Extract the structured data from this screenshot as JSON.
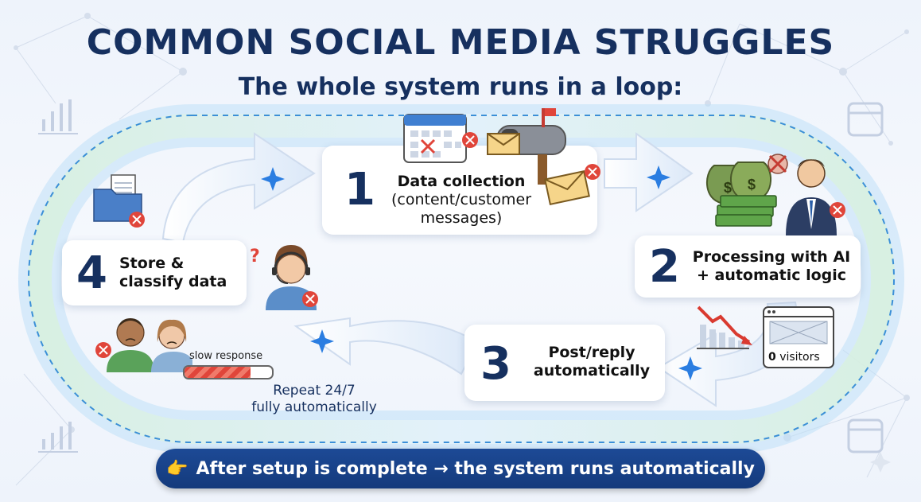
{
  "header": {
    "title": "COMMON SOCIAL MEDIA STRUGGLES",
    "subtitle": "The whole system runs in a loop:"
  },
  "steps": [
    {
      "number": "1",
      "title": "Data collection",
      "detail": "(content/customer",
      "detail2": "messages)"
    },
    {
      "number": "2",
      "title": "Processing with AI",
      "detail": "+ automatic logic"
    },
    {
      "number": "3",
      "title": "Post/reply",
      "detail": "automatically"
    },
    {
      "number": "4",
      "title": "Store &",
      "detail": "classify data"
    }
  ],
  "loop_note": {
    "line1": "Repeat 24/7",
    "line2": "fully automatically"
  },
  "slow_response": {
    "label": "slow response",
    "level": 0.75
  },
  "visitors_widget": {
    "count": "0",
    "label": "visitors"
  },
  "help_mark": "?",
  "footer": {
    "pointer_icon": "👉",
    "text": "After setup is complete → the system runs automatically"
  },
  "colors": {
    "title": "#16305f",
    "banner": "#1d4a96",
    "accent_blue": "#2a7de1",
    "alert_red": "#e0453a"
  },
  "icons": [
    "calendar-icon",
    "mailbox-icon",
    "envelope-icon",
    "money-bags-icon",
    "businessman-icon",
    "folder-icon",
    "support-agent-icon",
    "sad-people-icon",
    "declining-chart-icon",
    "browser-window-icon",
    "sparkle-icon",
    "bar-chart-icon"
  ]
}
